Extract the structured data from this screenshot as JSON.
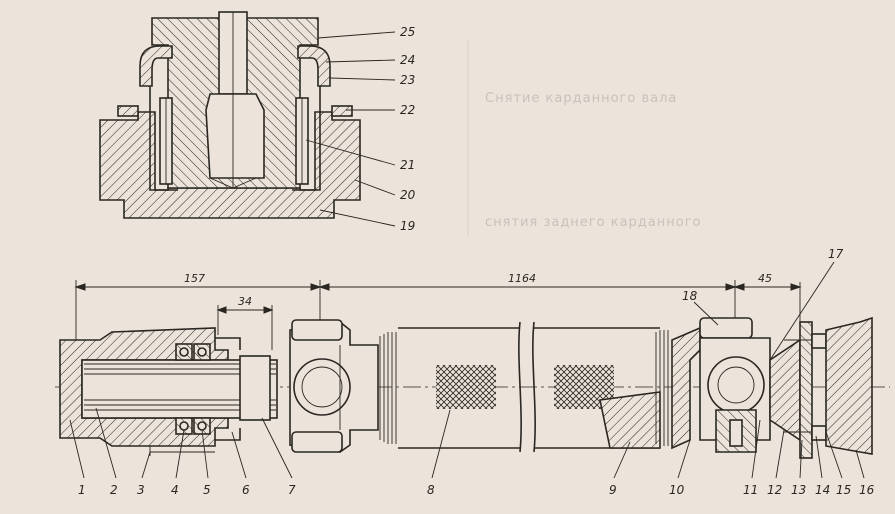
{
  "ghost_text": {
    "line1": "Снятие карданного вала",
    "line2": "снятия заднего карданного"
  },
  "top_callouts": [
    "25",
    "24",
    "23",
    "22",
    "21",
    "20",
    "19"
  ],
  "bottom_callouts": [
    "1",
    "2",
    "3",
    "4",
    "5",
    "6",
    "7",
    "8",
    "9",
    "10",
    "11",
    "12",
    "13",
    "14",
    "15",
    "16"
  ],
  "upper_callouts": [
    "17",
    "18"
  ],
  "dimensions": {
    "d157": "157",
    "d34": "34",
    "d1164": "1164",
    "d45": "45"
  }
}
